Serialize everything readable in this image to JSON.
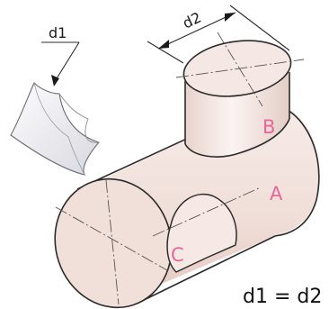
{
  "labels": {
    "d1": "d1",
    "d2": "d2",
    "part_a": "A",
    "part_b": "B",
    "part_c": "C",
    "equation": "d1 = d2"
  },
  "colors": {
    "cylinder_fill": "#f3e4df",
    "cylinder_shade": "#e6cfc8",
    "part_label": "#e8669a",
    "sheet_fill": "#e9e9ef",
    "line": "#2b2b2b"
  }
}
